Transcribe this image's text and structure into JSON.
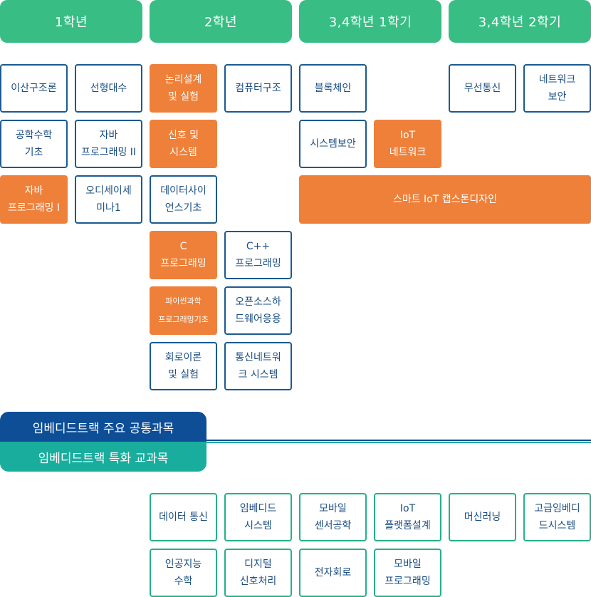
{
  "colors": {
    "header_green": "#38bd84",
    "box_border_blue": "#1b5a91",
    "highlight_orange": "#ee803a",
    "legend_blue": "#0d4e97",
    "legend_teal": "#19ad9d",
    "specialized_border": "#26b08c"
  },
  "headers": [
    "1학년",
    "2학년",
    "3,4학년 1학기",
    "3,4학년 2학기"
  ],
  "courses": {
    "c1_1": "이산구조론",
    "c1_2": "선형대수",
    "c1_3": "공학수학\n기초",
    "c1_4": "자바\n프로그래밍 II",
    "c1_5": "자바\n프로그래밍 I",
    "c1_6": "오디세이세\n미나1",
    "c2_1": "논리설계\n및 실험",
    "c2_2": "컴퓨터구조",
    "c2_3": "신호 및\n시스템",
    "c2_4": "데이터사이\n언스기초",
    "c2_5": "C\n프로그래밍",
    "c2_6": "C++\n프로그래밍",
    "c2_7": "파이썬과학\n프로그래밍기초",
    "c2_8": "오픈소스하\n드웨어응용",
    "c2_9": "회로이론\n및 실험",
    "c2_10": "통신네트워\n크 시스템",
    "c3_1": "블록체인",
    "c3_2": "시스템보안",
    "c3_3": "IoT\n네트워크",
    "c4_1": "무선통신",
    "c4_2": "네트워크\n보안",
    "capstone": "스마트 IoT 캡스톤디자인"
  },
  "legend": {
    "common": "임베디드트랙 주요 공통과목",
    "specialized": "임베디드트랙 특화 교과목"
  },
  "specialized": {
    "s1": "데이터 통신",
    "s2": "임베디드\n시스템",
    "s3": "모바일\n센서공학",
    "s4": "IoT\n플랫폼설계",
    "s5": "머신러닝",
    "s6": "고급임베디\n드시스템",
    "s7": "인공지능\n수학",
    "s8": "디지털\n신호처리",
    "s9": "전자회로",
    "s10": "모바일\n프로그래밍"
  }
}
